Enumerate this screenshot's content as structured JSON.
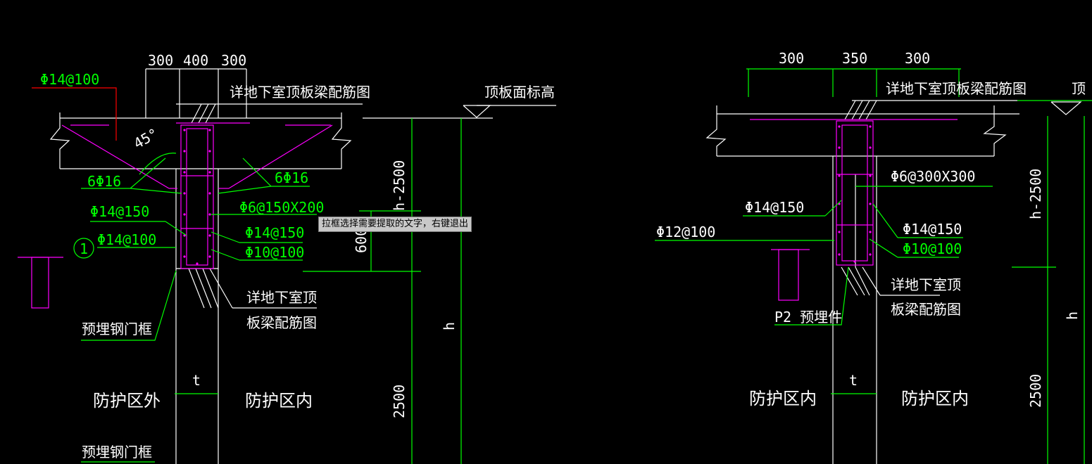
{
  "tooltip": "拉框选择需要提取的文字，右键退出",
  "colors": {
    "background": "#000000",
    "lines": "#ffffff",
    "leaders": "#00ff00",
    "rebar": "#ff00ff",
    "red_leader": "#ff0000"
  },
  "left": {
    "dim_top": [
      "300",
      "400",
      "300"
    ],
    "rebar_top": "Φ14@100",
    "ref_top": "详地下室顶板梁配筋图",
    "elev_tag": "顶板面标高",
    "angle": "45°",
    "bar_left": "6Φ16",
    "bar_right": "6Φ16",
    "stirrup": "Φ6@150X200",
    "left_150": "Φ14@150",
    "left_100": "Φ14@100",
    "circle_no": "1",
    "right_150": "Φ14@150",
    "right_100": "Φ10@100",
    "dim_2500": "h-2500",
    "dim_600": "600",
    "ref_bottom_1": "详地下室顶",
    "ref_bottom_2": "板梁配筋图",
    "door_frame": "预埋钢门框",
    "door_frame_2": "预埋钢门框",
    "thickness": "t",
    "outside": "防护区外",
    "inside": "防护区内",
    "height": "h",
    "dim_bottom": "2500"
  },
  "right": {
    "dim_top": [
      "300",
      "350",
      "300"
    ],
    "ref_top": "详地下室顶板梁配筋图",
    "elev_tag": "顶",
    "stirrup": "Φ6@300X300",
    "left_150": "Φ14@150",
    "left_100": "Φ12@100",
    "right_150": "Φ14@150",
    "right_100": "Φ10@100",
    "ref_bottom_1": "详地下室顶",
    "ref_bottom_2": "板梁配筋图",
    "embed": "P2 预埋件",
    "dim_2500": "h-2500",
    "inside_left": "防护区内",
    "inside_right": "防护区内",
    "thickness": "t",
    "height": "h",
    "dim_bottom": "2500"
  }
}
